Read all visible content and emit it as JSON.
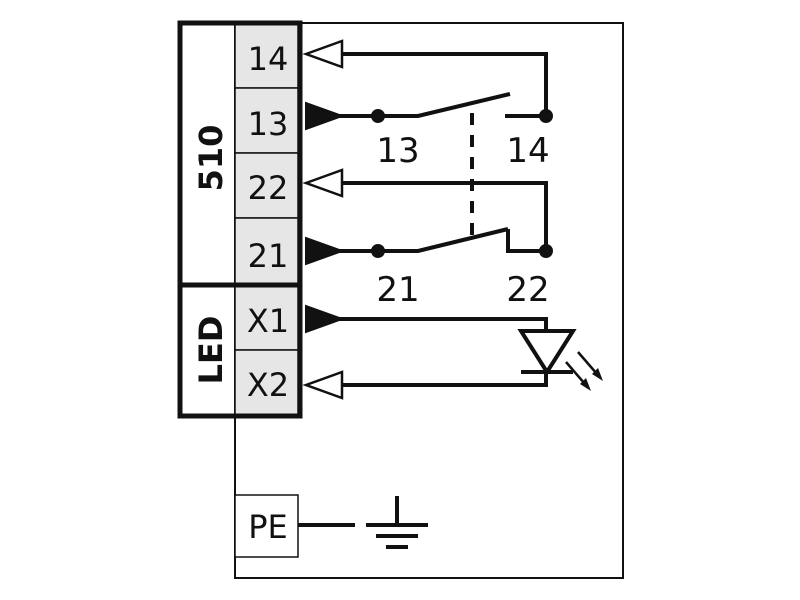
{
  "groups": {
    "switch": "510",
    "led": "LED"
  },
  "terminals": {
    "t14": "14",
    "t13": "13",
    "t22": "22",
    "t21": "21",
    "x1": "X1",
    "x2": "X2",
    "pe": "PE"
  },
  "contacts": {
    "c13": "13",
    "c14": "14",
    "c21": "21",
    "c22": "22"
  },
  "colors": {
    "line": "#111111",
    "terminal_fill": "#e6e6e6",
    "background": "#ffffff"
  }
}
